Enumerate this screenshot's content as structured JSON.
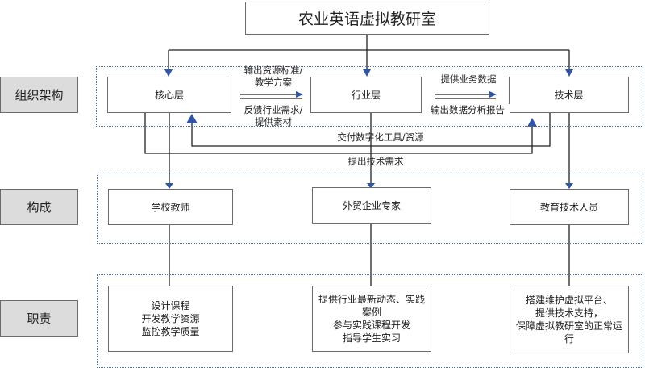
{
  "title": "农业英语虚拟教研室",
  "rows": [
    {
      "label": "组织架构"
    },
    {
      "label": "构成"
    },
    {
      "label": "职责"
    }
  ],
  "layers": {
    "core": "核心层",
    "industry": "行业层",
    "tech": "技术层"
  },
  "members": {
    "teachers": "学校教师",
    "experts": "外贸企业专家",
    "tech_staff": "教育技术人员"
  },
  "duties": {
    "teachers": [
      "设计课程",
      "开发教学资源",
      "监控教学质量"
    ],
    "experts": [
      "提供行业最新动态、实践",
      "案例",
      "参与实践课程开发",
      "指导学生实习"
    ],
    "tech_staff": [
      "搭建维护虚拟平台、",
      "提供技术支持，",
      "保障虚拟教研室的正常运",
      "行"
    ]
  },
  "flows": {
    "core_to_industry_top": [
      "输出资源标准/",
      "教学方案"
    ],
    "industry_to_core_bottom": [
      "反馈行业需求/",
      "提供素材"
    ],
    "industry_to_tech_top": "提供业务数据",
    "tech_to_industry_bottom": "输出数据分析报告",
    "tech_to_core": "交付数字化工具/资源",
    "core_to_tech": "提出技术需求"
  },
  "colors": {
    "arrow_fill": "#2f54a8",
    "container_border": "#4a6fa5",
    "row_label_bg": "#dcdcdc"
  }
}
